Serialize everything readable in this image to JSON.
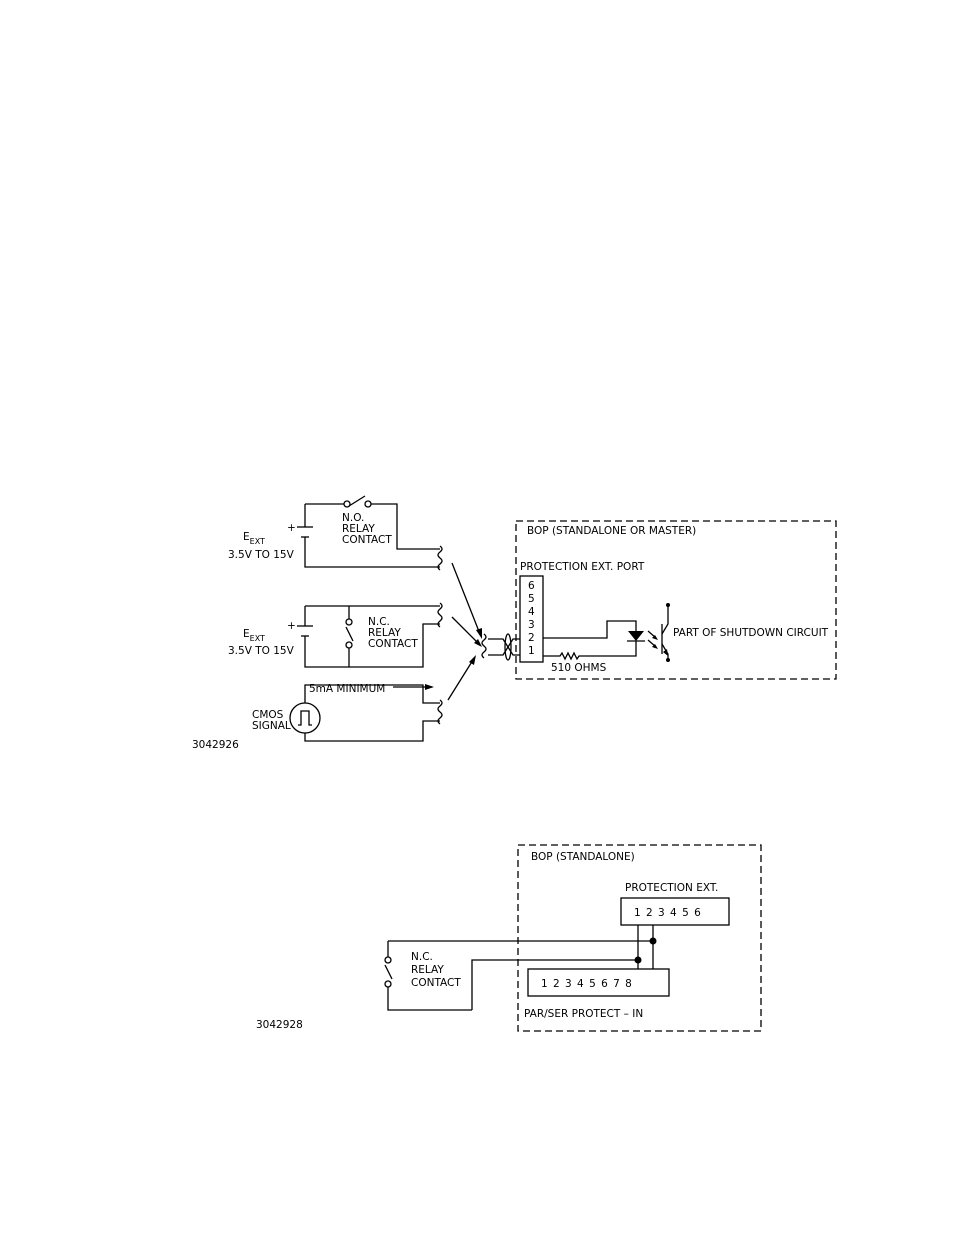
{
  "diagram1": {
    "eext1": "E",
    "eext1_sub": "EXT",
    "range1": "3.5V TO 15V",
    "plus1": "+",
    "no_relay": [
      "N.O.",
      "RELAY",
      "CONTACT"
    ],
    "eext2": "E",
    "eext2_sub": "EXT",
    "range2": "3.5V TO 15V",
    "plus2": "+",
    "nc_relay": [
      "N.C.",
      "RELAY",
      "CONTACT"
    ],
    "current_note": "5mA MINIMUM",
    "cmos_label": [
      "CMOS",
      "SIGNAL"
    ],
    "figure_id": "3042926",
    "box_title": "BOP (STANDALONE OR MASTER)",
    "port_title": "PROTECTION EXT. PORT",
    "pins": [
      "6",
      "5",
      "4",
      "3",
      "2",
      "1"
    ],
    "resistor_label": "510 OHMS",
    "shutdown_label": "PART OF SHUTDOWN CIRCUIT"
  },
  "diagram2": {
    "box_title": "BOP (STANDALONE)",
    "prot_title": "PROTECTION EXT.",
    "prot_pins": "1 2 3 4 5 6",
    "parser_pins": "1 2 3 4 5 6 7 8",
    "parser_title": "PAR/SER PROTECT – IN",
    "nc_relay": [
      "N.C.",
      "RELAY",
      "CONTACT"
    ],
    "figure_id": "3042928"
  }
}
